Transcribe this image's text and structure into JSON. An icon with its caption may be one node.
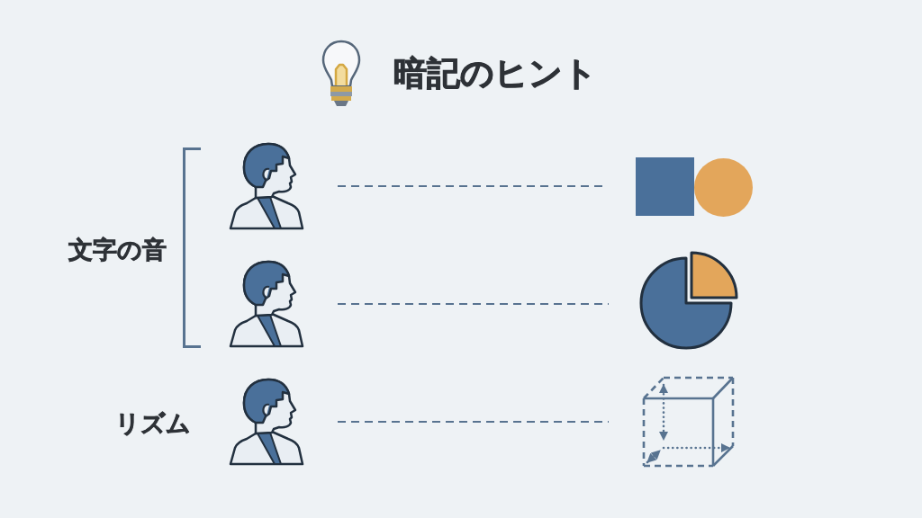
{
  "diagram": {
    "title": "暗記のヒント",
    "nodes": [
      {
        "text": [],
        "shape": "person"
      },
      {
        "text": [],
        "shape": "box"
      },
      {
        "text": [],
        "shape": "person"
      },
      {
        "text": [],
        "shape": "picture"
      },
      {
        "text": [],
        "shape": "person"
      },
      {
        "text": [],
        "shape": "picture"
      }
    ],
    "edges": [
      {
        "from": 0,
        "to": 1,
        "arrow": "none",
        "style": "dashed"
      },
      {
        "from": 2,
        "to": 3,
        "arrow": "none",
        "style": "dashed"
      },
      {
        "from": 4,
        "to": 5,
        "arrow": "none",
        "style": "dashed"
      }
    ],
    "labels": [
      "文字の音",
      "リズム"
    ]
  }
}
